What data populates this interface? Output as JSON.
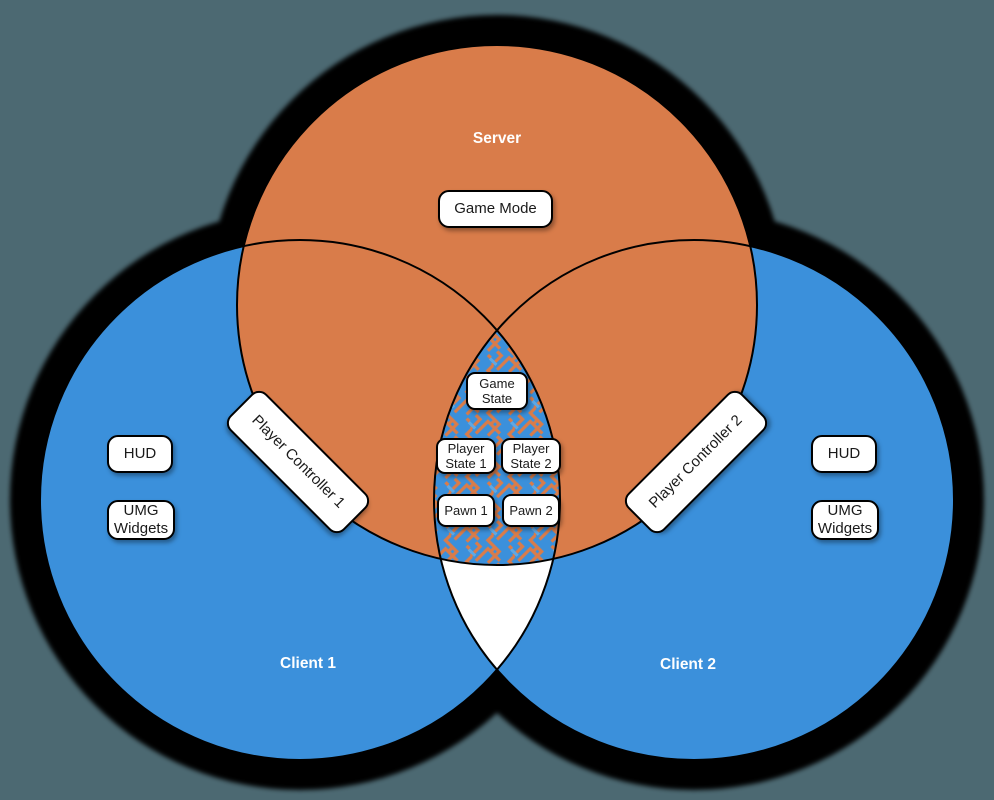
{
  "colors": {
    "background": "#4C6972",
    "server_orange": "#D97C4A",
    "client_blue": "#3B90DB",
    "circle_outline": "#000000",
    "node_fill": "#FFFFFF",
    "node_text": "#1A1A1A",
    "region_label_text": "#FFFFFF"
  },
  "regions": {
    "server": {
      "label": "Server"
    },
    "client1": {
      "label": "Client 1"
    },
    "client2": {
      "label": "Client 2"
    }
  },
  "nodes": {
    "game_mode": "Game Mode",
    "game_state": "Game State",
    "player_controller_1": "Player Controller 1",
    "player_controller_2": "Player Controller 2",
    "player_state_1": "Player State 1",
    "player_state_2": "Player State 2",
    "pawn_1": "Pawn 1",
    "pawn_2": "Pawn 2",
    "hud_client1": "HUD",
    "umg_client1": "UMG Widgets",
    "hud_client2": "HUD",
    "umg_client2": "UMG Widgets"
  }
}
